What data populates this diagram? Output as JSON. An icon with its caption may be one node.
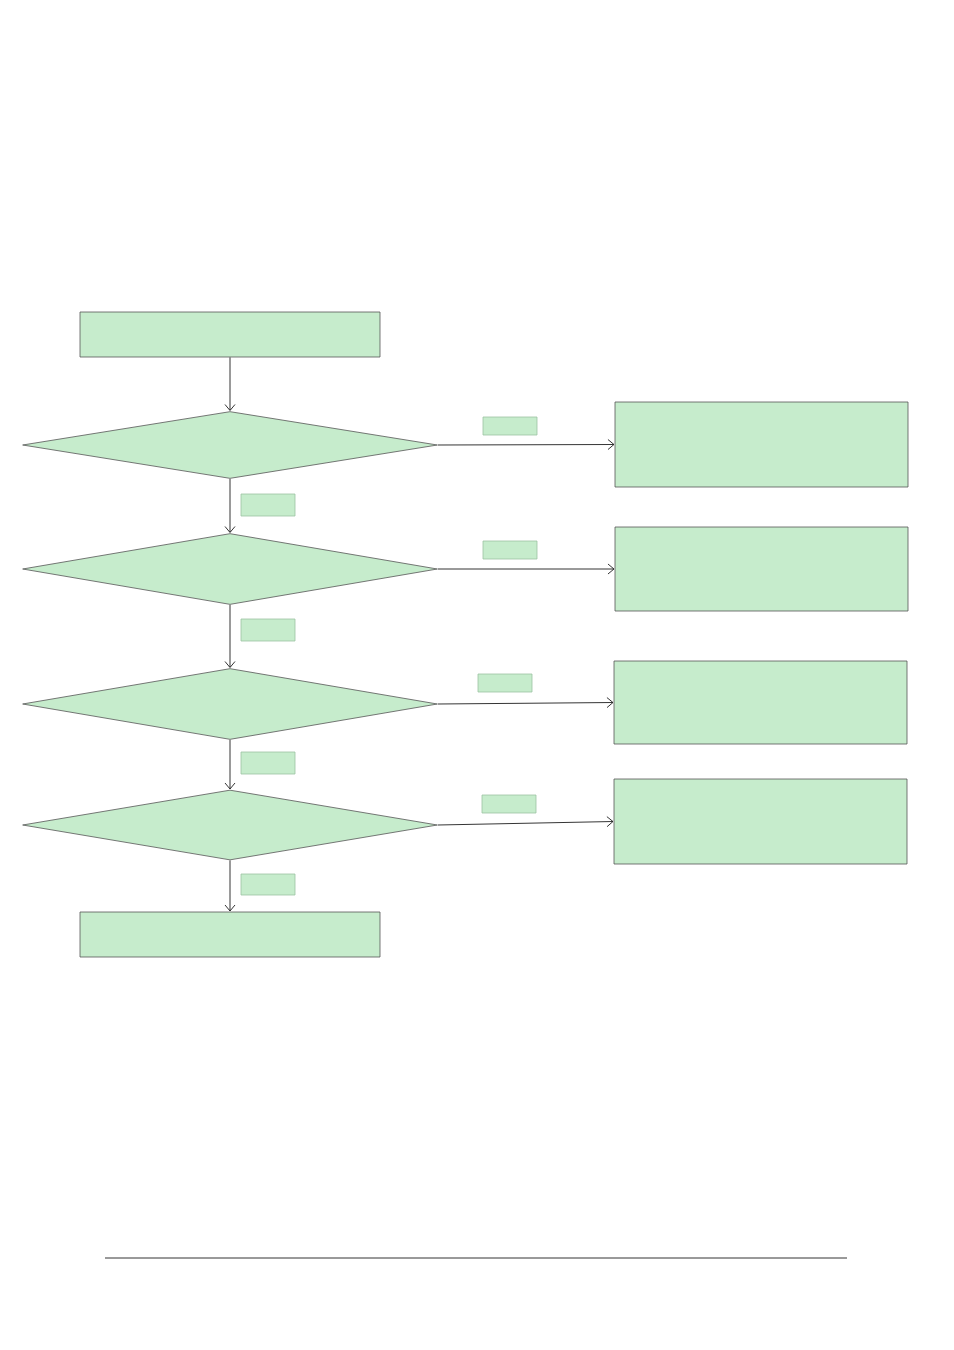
{
  "diagram": {
    "nodes": [
      {
        "text": [],
        "shape": "box"
      },
      {
        "text": [],
        "shape": "diamond"
      },
      {
        "text": [],
        "shape": "box"
      },
      {
        "text": [],
        "shape": "diamond"
      },
      {
        "text": [],
        "shape": "box"
      },
      {
        "text": [],
        "shape": "diamond"
      },
      {
        "text": [],
        "shape": "box"
      },
      {
        "text": [],
        "shape": "diamond"
      },
      {
        "text": [],
        "shape": "box"
      },
      {
        "text": [],
        "shape": "box"
      }
    ],
    "edges": [
      {
        "from": 0,
        "to": 1,
        "arrow": "to"
      },
      {
        "from": 1,
        "to": 2,
        "arrow": "to"
      },
      {
        "from": 1,
        "to": 3,
        "arrow": "to"
      },
      {
        "from": 3,
        "to": 4,
        "arrow": "to"
      },
      {
        "from": 3,
        "to": 5,
        "arrow": "to"
      },
      {
        "from": 5,
        "to": 6,
        "arrow": "to"
      },
      {
        "from": 5,
        "to": 7,
        "arrow": "to"
      },
      {
        "from": 7,
        "to": 8,
        "arrow": "to"
      },
      {
        "from": 7,
        "to": 9,
        "arrow": "to"
      }
    ]
  }
}
